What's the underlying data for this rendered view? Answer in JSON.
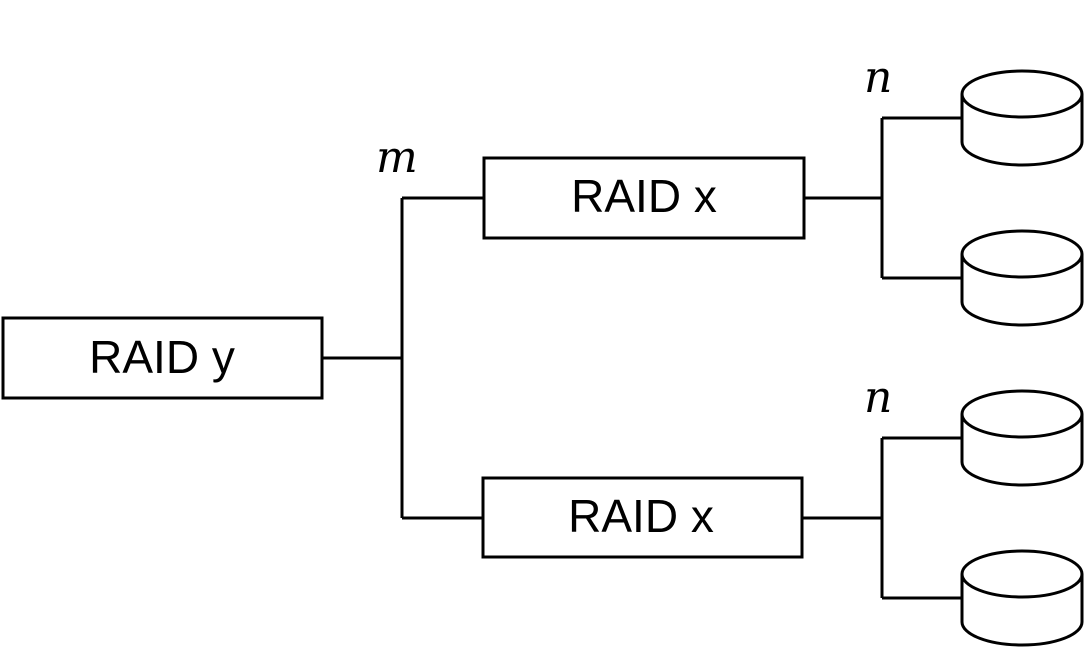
{
  "diagram": {
    "root": {
      "label": "RAID y"
    },
    "root_fanout_label": "m",
    "groups": [
      {
        "label": "RAID x",
        "fanout_label": "n",
        "disks": 2
      },
      {
        "label": "RAID x",
        "fanout_label": "n",
        "disks": 2
      }
    ]
  },
  "colors": {
    "stroke": "#000000",
    "fill": "#ffffff"
  }
}
